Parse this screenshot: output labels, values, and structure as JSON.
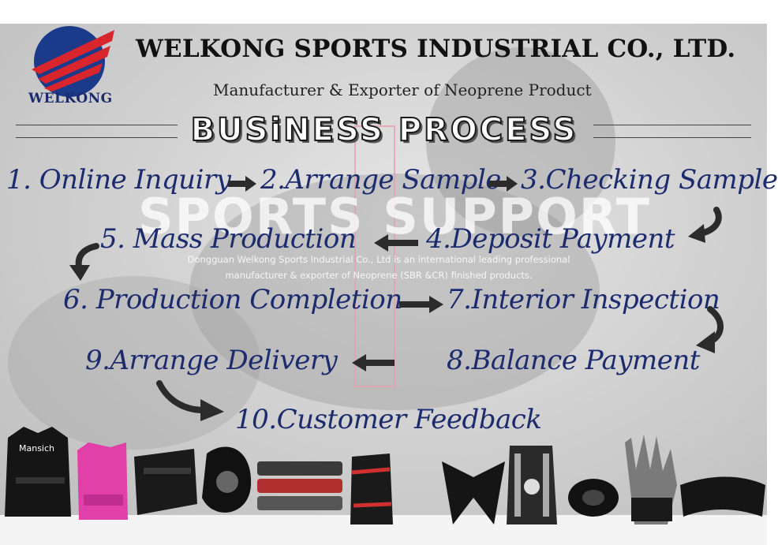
{
  "header": {
    "logo_text": "WELKONG",
    "company_name": "WELKONG SPORTS INDUSTRIAL CO., LTD.",
    "tagline": "Manufacturer & Exporter of Neoprene Product",
    "section_heading": "BUSiNESS  PROCESS"
  },
  "watermark": {
    "title": "SPORTS SUPPORT",
    "line1": "Dongguan Welkong Sports Industrial Co., Ltd  is an international leading professional",
    "line2": "manufacturer & exporter of Neoprene (SBR &CR) finished products."
  },
  "steps": [
    "1.  Online Inquiry",
    "2.Arrange Sample",
    "3.Checking Sample",
    "4.Deposit Payment",
    "5. Mass Production",
    "6. Production Completion",
    "7.Interior Inspection",
    "8.Balance Payment",
    "9.Arrange Delivery",
    "10.Customer Feedback"
  ],
  "products": {
    "vest_label": "Mansich"
  },
  "colors": {
    "step_text": "#1c2a6e",
    "logo_blue": "#1b3a8a",
    "logo_red": "#d8262c",
    "arrow": "#2b2b2b"
  }
}
